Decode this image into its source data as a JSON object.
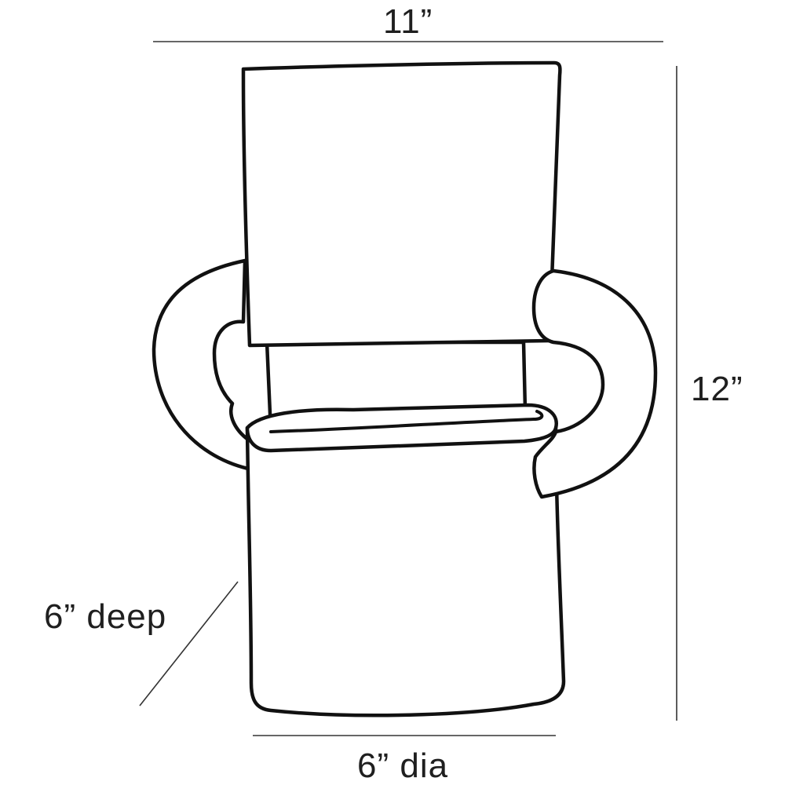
{
  "dimensions": {
    "width": "11”",
    "height": "12”",
    "depth": "6” deep",
    "diameter": "6” dia"
  },
  "colors": {
    "line": "#111111",
    "dimension_line": "#333333",
    "fill": "#ffffff"
  }
}
